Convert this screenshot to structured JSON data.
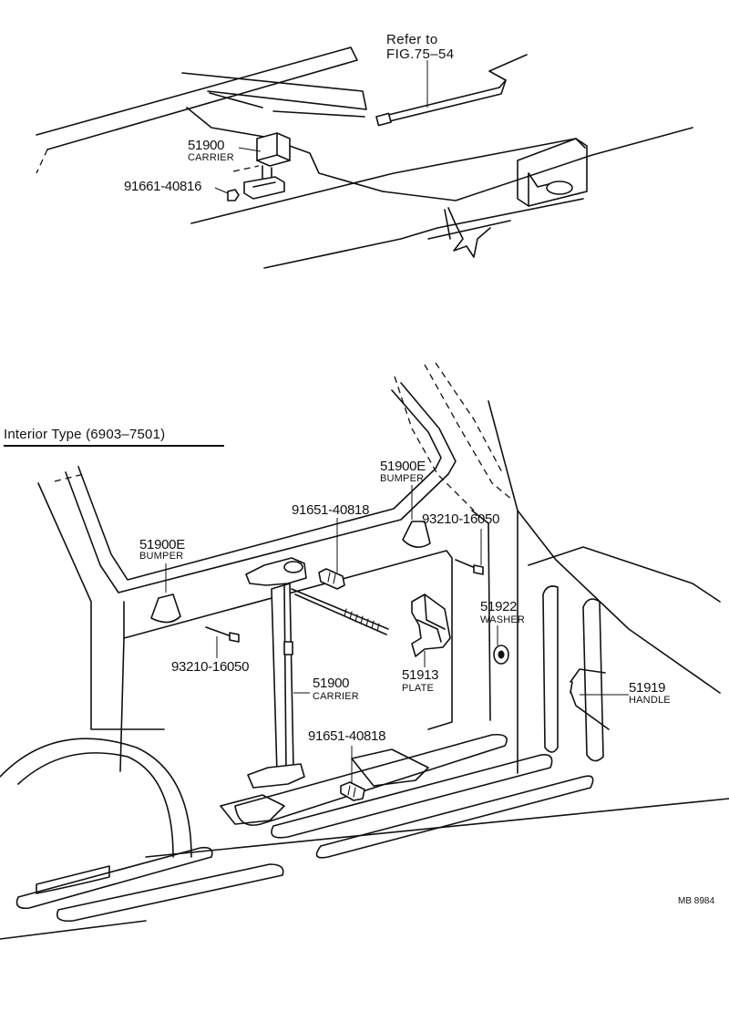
{
  "top_assembly": {
    "refer_line1": "Refer to",
    "refer_line2": "FIG.75–54",
    "carrier_number": "51900",
    "carrier_name": "CARRIER",
    "bolt_number": "91661-40816"
  },
  "section": {
    "title": "Interior Type  (6903–7501)"
  },
  "parts": {
    "bumper_upper_number": "51900E",
    "bumper_upper_name": "BUMPER",
    "bumper_left_number": "51900E",
    "bumper_left_name": "BUMPER",
    "bolt_upper_number": "91651-40818",
    "screw_right_number": "93210-16050",
    "screw_left_number": "93210-16050",
    "washer_number": "51922",
    "washer_name": "WASHER",
    "plate_number": "51913",
    "plate_name": "PLATE",
    "carrier_number": "51900",
    "carrier_name": "CARRIER",
    "handle_number": "51919",
    "handle_name": "HANDLE",
    "bolt_lower_number": "91651-40818"
  },
  "footer": {
    "drawing_code": "MB 8984"
  }
}
